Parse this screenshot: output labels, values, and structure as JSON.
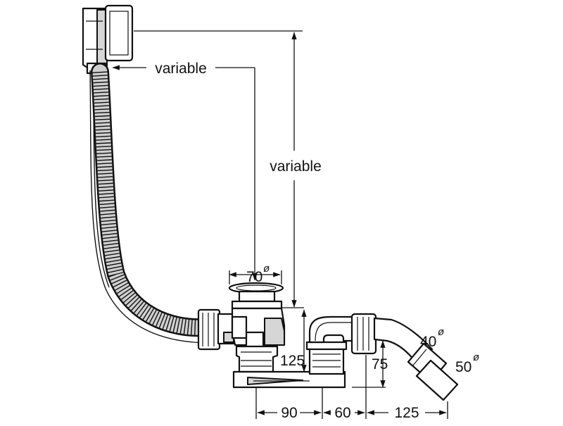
{
  "diagram": {
    "labels": {
      "variable_horizontal": "variable",
      "variable_vertical": "variable",
      "overflow_diameter": "70",
      "height_outlet": "125",
      "height_trap": "75",
      "pipe_small": "40",
      "pipe_large": "50",
      "dist_a": "90",
      "dist_b": "60",
      "dist_c": "125",
      "diameter_mark": "ø"
    }
  }
}
